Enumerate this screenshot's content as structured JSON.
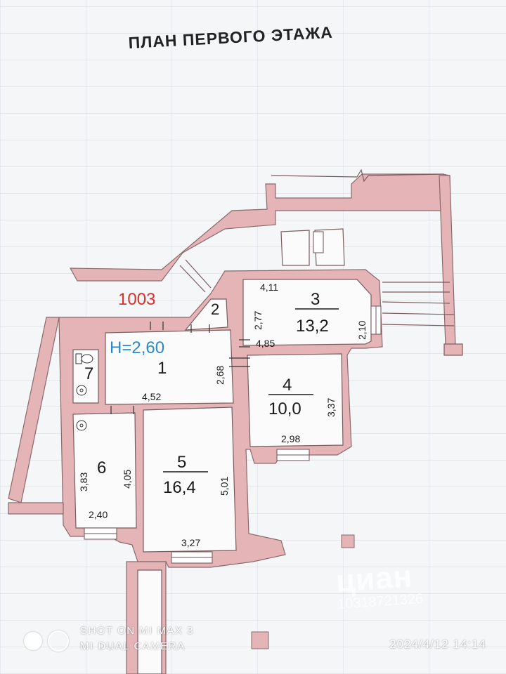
{
  "title": "ПЛАН ПЕРВОГО ЭТАЖА",
  "apartment_number": "1003",
  "ceiling_height": "H=2,60",
  "colors": {
    "wall": "#e4b4b6",
    "wall_edge": "#8a6a6c",
    "apartment": "#d8312c",
    "ceiling": "#2b8ac9"
  },
  "rooms": [
    {
      "id": "1",
      "area": ""
    },
    {
      "id": "2",
      "area": ""
    },
    {
      "id": "3",
      "area": "13,2"
    },
    {
      "id": "4",
      "area": "10,0"
    },
    {
      "id": "5",
      "area": "16,4"
    },
    {
      "id": "6",
      "area": ""
    },
    {
      "id": "7",
      "area": ""
    }
  ],
  "dimensions": {
    "r3_top": "4,11",
    "r3_left": "2,77",
    "r3_bottom": "4,85",
    "r3_right": "2,10",
    "r1_right": "2,68",
    "r1_bottom": "4,52",
    "r4_right": "3,37",
    "r4_bottom": "2,98",
    "r5_right": "5,01",
    "r5_bottom": "3,27",
    "r6_left": "3,83",
    "r6_right": "4,05",
    "r6_bottom": "2,40"
  },
  "watermark": {
    "brand": "циан",
    "listing_id": "10318721326"
  },
  "camera": {
    "line1": "SHOT ON MI MAX 3",
    "line2": "MI DUAL CAMERA"
  },
  "timestamp": "2024/4/12  14:14"
}
